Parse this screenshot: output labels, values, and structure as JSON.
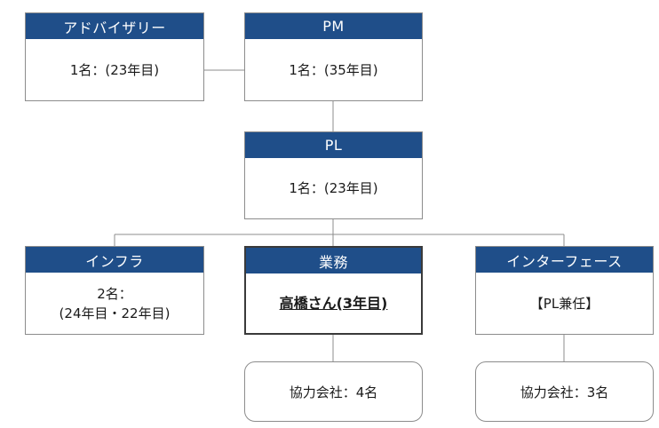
{
  "colors": {
    "header_bg": "#1f4e89",
    "header_text": "#ffffff",
    "border": "#8c8c8c",
    "line": "#8c8c8c"
  },
  "nodes": {
    "advisory": {
      "title": "アドバイザリー",
      "body": "1名：(23年目)"
    },
    "pm": {
      "title": "PM",
      "body": "1名：(35年目)"
    },
    "pl": {
      "title": "PL",
      "body": "1名：(23年目)"
    },
    "infra": {
      "title": "インフラ",
      "body_line1": "2名：",
      "body_line2": "(24年目・22年目)"
    },
    "business": {
      "title": "業務",
      "body": "高橋さん(3年目)"
    },
    "interface": {
      "title": "インターフェース",
      "body": "【PL兼任】"
    }
  },
  "partners": {
    "business": {
      "label": "協力会社：4名"
    },
    "interface": {
      "label": "協力会社：3名"
    }
  }
}
